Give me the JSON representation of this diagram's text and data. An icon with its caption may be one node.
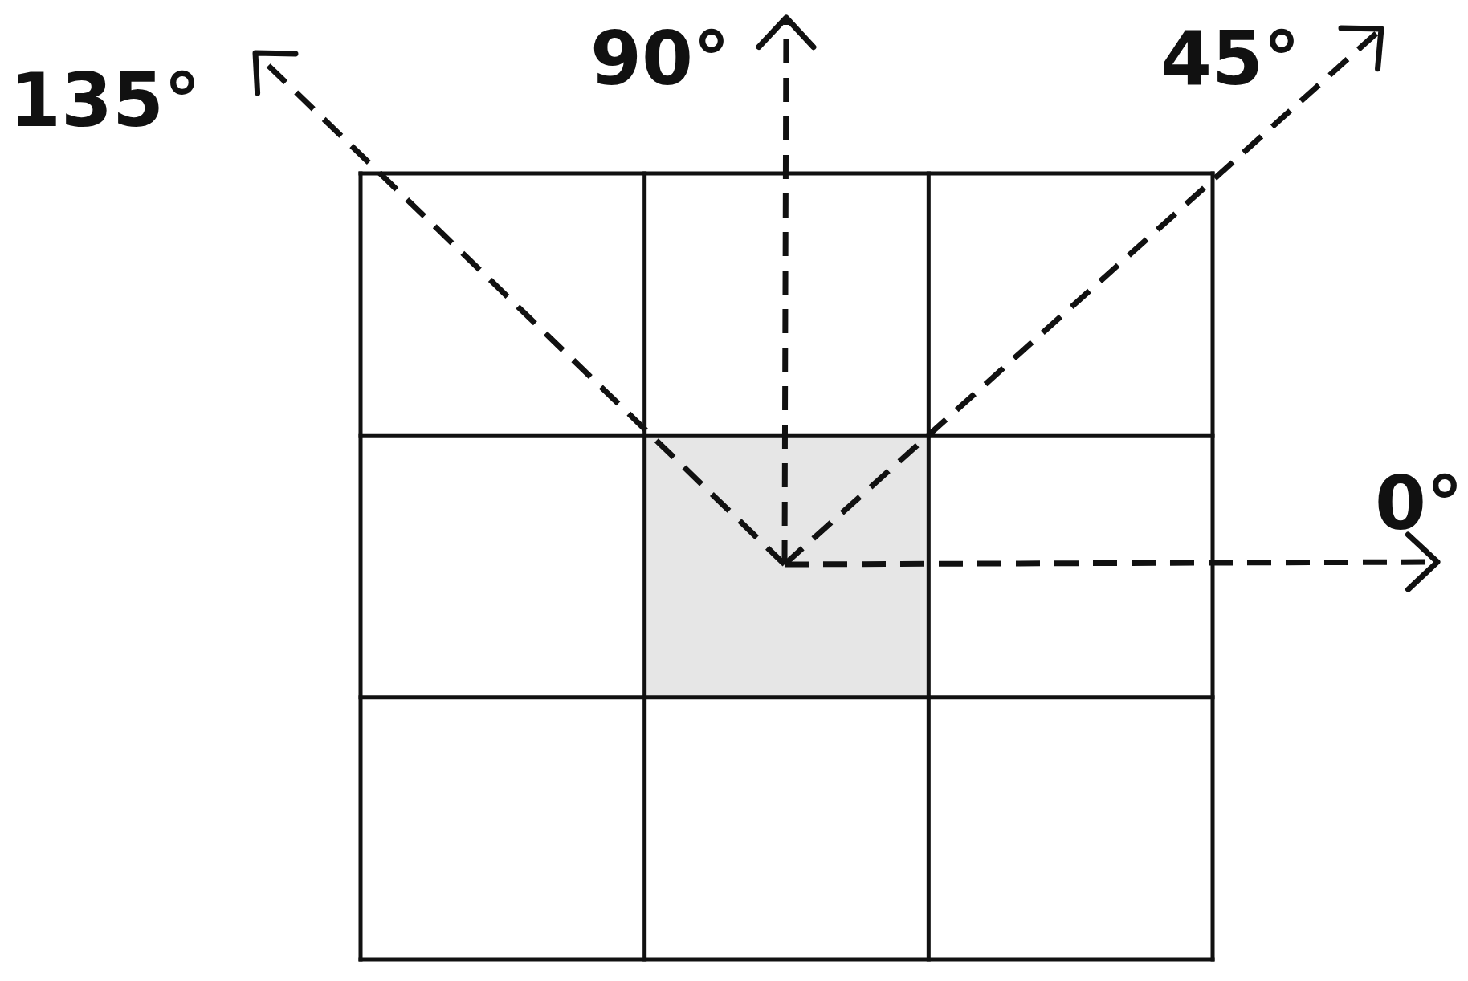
{
  "diagram": {
    "labels": [
      "135°",
      "90°",
      "45°",
      "0°"
    ]
  }
}
